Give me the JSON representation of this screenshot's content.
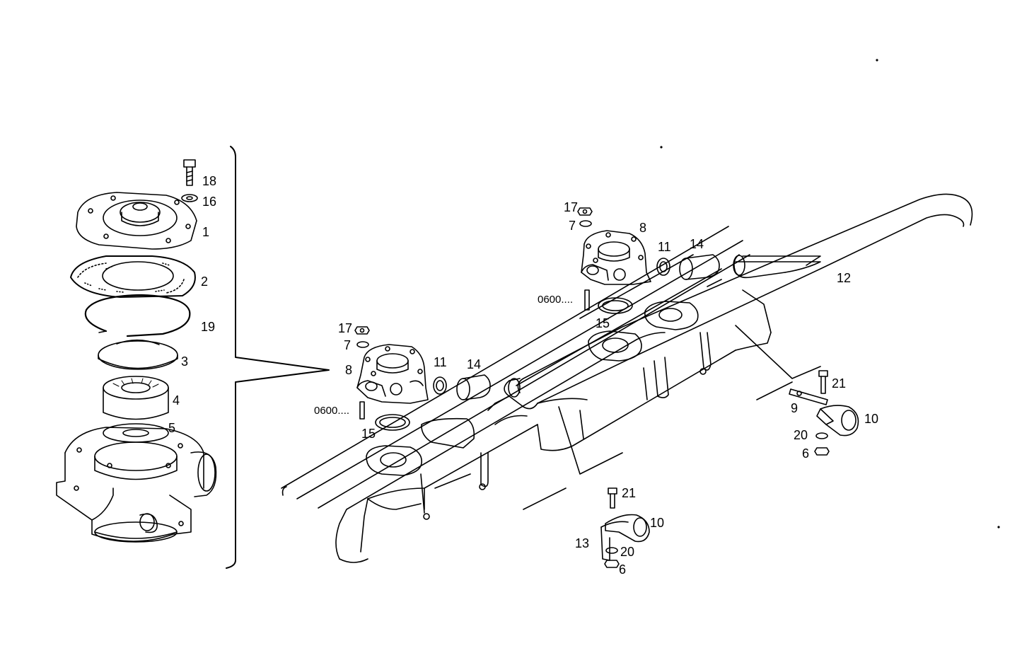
{
  "diagram": {
    "callouts": [
      {
        "id": "c18a",
        "text": "18"
      },
      {
        "id": "c16a",
        "text": "16"
      },
      {
        "id": "c1",
        "text": "1"
      },
      {
        "id": "c2",
        "text": "2"
      },
      {
        "id": "c19",
        "text": "19"
      },
      {
        "id": "c3",
        "text": "3"
      },
      {
        "id": "c4",
        "text": "4"
      },
      {
        "id": "c5",
        "text": "5"
      },
      {
        "id": "c17a",
        "text": "17"
      },
      {
        "id": "c7a",
        "text": "7"
      },
      {
        "id": "c8a",
        "text": "8"
      },
      {
        "id": "c11a",
        "text": "11"
      },
      {
        "id": "c14a",
        "text": "14"
      },
      {
        "id": "c0600a",
        "text": "0600...."
      },
      {
        "id": "c15a",
        "text": "15"
      },
      {
        "id": "c17b",
        "text": "17"
      },
      {
        "id": "c7b",
        "text": "7"
      },
      {
        "id": "c8b",
        "text": "8"
      },
      {
        "id": "c11b",
        "text": "11"
      },
      {
        "id": "c14b",
        "text": "14"
      },
      {
        "id": "c0600b",
        "text": "0600...."
      },
      {
        "id": "c15b",
        "text": "15"
      },
      {
        "id": "c12",
        "text": "12"
      },
      {
        "id": "c21a",
        "text": "21"
      },
      {
        "id": "c9",
        "text": "9"
      },
      {
        "id": "c10a",
        "text": "10"
      },
      {
        "id": "c20a",
        "text": "20"
      },
      {
        "id": "c6a",
        "text": "6"
      },
      {
        "id": "c21b",
        "text": "21"
      },
      {
        "id": "c10b",
        "text": "10"
      },
      {
        "id": "c13",
        "text": "13"
      },
      {
        "id": "c20b",
        "text": "20"
      },
      {
        "id": "c6b",
        "text": "6"
      }
    ]
  }
}
